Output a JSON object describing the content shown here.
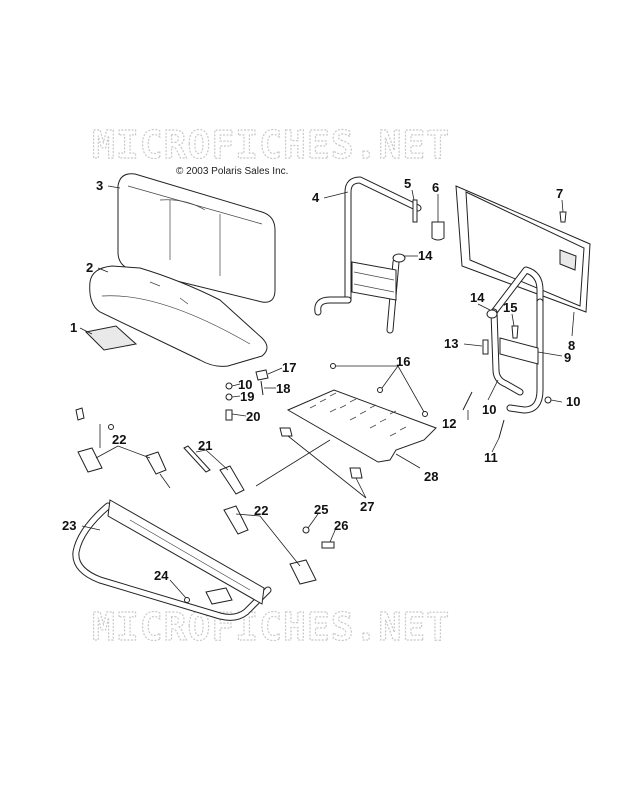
{
  "watermark": {
    "top": "MICROFICHES.NET",
    "bottom": "MICROFICHES.NET"
  },
  "copyright": "© 2003 Polaris Sales Inc.",
  "callouts": [
    "1",
    "2",
    "3",
    "4",
    "5",
    "6",
    "7",
    "8",
    "9",
    "10",
    "10",
    "10",
    "11",
    "12",
    "13",
    "14",
    "14",
    "15",
    "16",
    "17",
    "18",
    "19",
    "20",
    "21",
    "22",
    "22",
    "23",
    "24",
    "25",
    "26",
    "27",
    "28"
  ]
}
